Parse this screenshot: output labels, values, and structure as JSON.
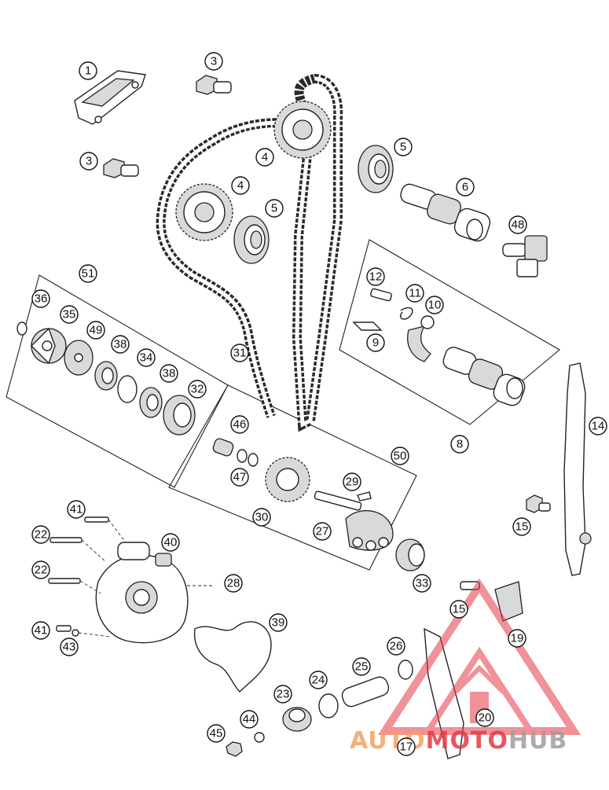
{
  "callouts": [
    {
      "id": "c1",
      "label": "1"
    },
    {
      "id": "c3a",
      "label": "3"
    },
    {
      "id": "c3b",
      "label": "3"
    },
    {
      "id": "c4a",
      "label": "4"
    },
    {
      "id": "c4b",
      "label": "4"
    },
    {
      "id": "c5a",
      "label": "5"
    },
    {
      "id": "c5b",
      "label": "5"
    },
    {
      "id": "c6",
      "label": "6"
    },
    {
      "id": "c48",
      "label": "48"
    },
    {
      "id": "c51",
      "label": "51"
    },
    {
      "id": "c36",
      "label": "36"
    },
    {
      "id": "c35",
      "label": "35"
    },
    {
      "id": "c49",
      "label": "49"
    },
    {
      "id": "c38a",
      "label": "38"
    },
    {
      "id": "c34",
      "label": "34"
    },
    {
      "id": "c38b",
      "label": "38"
    },
    {
      "id": "c32",
      "label": "32"
    },
    {
      "id": "c31",
      "label": "31"
    },
    {
      "id": "c12",
      "label": "12"
    },
    {
      "id": "c11",
      "label": "11"
    },
    {
      "id": "c10",
      "label": "10"
    },
    {
      "id": "c9",
      "label": "9"
    },
    {
      "id": "c8",
      "label": "8"
    },
    {
      "id": "c14",
      "label": "14"
    },
    {
      "id": "c46",
      "label": "46"
    },
    {
      "id": "c47",
      "label": "47"
    },
    {
      "id": "c30",
      "label": "30"
    },
    {
      "id": "c50",
      "label": "50"
    },
    {
      "id": "c29",
      "label": "29"
    },
    {
      "id": "c27",
      "label": "27"
    },
    {
      "id": "c15a",
      "label": "15"
    },
    {
      "id": "c41a",
      "label": "41"
    },
    {
      "id": "c22a",
      "label": "22"
    },
    {
      "id": "c40",
      "label": "40"
    },
    {
      "id": "c22b",
      "label": "22"
    },
    {
      "id": "c28",
      "label": "28"
    },
    {
      "id": "c33",
      "label": "33"
    },
    {
      "id": "c15b",
      "label": "15"
    },
    {
      "id": "c19",
      "label": "19"
    },
    {
      "id": "c41b",
      "label": "41"
    },
    {
      "id": "c43",
      "label": "43"
    },
    {
      "id": "c39",
      "label": "39"
    },
    {
      "id": "c26",
      "label": "26"
    },
    {
      "id": "c25",
      "label": "25"
    },
    {
      "id": "c24",
      "label": "24"
    },
    {
      "id": "c23",
      "label": "23"
    },
    {
      "id": "c44",
      "label": "44"
    },
    {
      "id": "c45",
      "label": "45"
    },
    {
      "id": "c20",
      "label": "20"
    },
    {
      "id": "c17",
      "label": "17"
    }
  ],
  "watermark": {
    "part1": "AUTO",
    "part2": "MOTO",
    "part3": "HUB",
    "color_primary": "#f4a261",
    "color_accent": "#e63946",
    "color_grey": "#9e9e9e"
  }
}
